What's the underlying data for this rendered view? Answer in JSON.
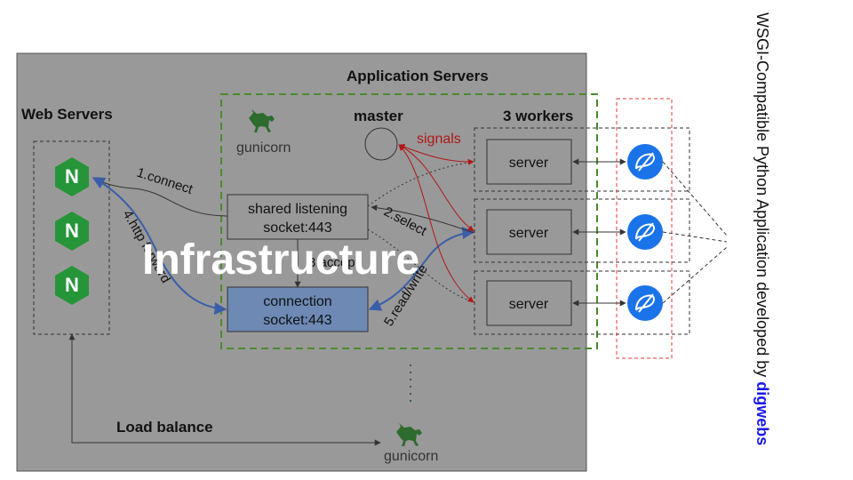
{
  "labels": {
    "app_servers": "Application Servers",
    "web_servers": "Web Servers",
    "master": "master",
    "workers": "3 workers",
    "signals": "signals",
    "load_balance": "Load balance",
    "shared_socket_line1": "shared listening",
    "shared_socket_line2": "socket:443",
    "conn_socket_line1": "connection",
    "conn_socket_line2": "socket:443",
    "server": "server",
    "step1": "1.connect",
    "step2": "2.select",
    "step3": "3.accept",
    "step4": "4.http forward",
    "step5": "5.read/write",
    "overlay": "Infrastructure",
    "gunicorn": "gunicorn",
    "nginx": "N",
    "vertical_text": "WSGI-Compatible Python Application developed by ",
    "vertical_brand": "digwebs"
  },
  "icons": {
    "nginx": "nginx-hexagon-icon",
    "gunicorn": "gunicorn-unicorn-logo",
    "python_app": "python-app-circle-icon"
  },
  "colors": {
    "infra_bg": "#999999",
    "gunicorn_border": "#4a8a2e",
    "nginx_green": "#269539",
    "signal_red": "#b01818",
    "forward_blue": "#3a5ea8",
    "conn_fill": "#6d89b4",
    "app_blue": "#1a73e8",
    "brand_blue": "#1a1ae6",
    "red_dash": "#e53935"
  }
}
